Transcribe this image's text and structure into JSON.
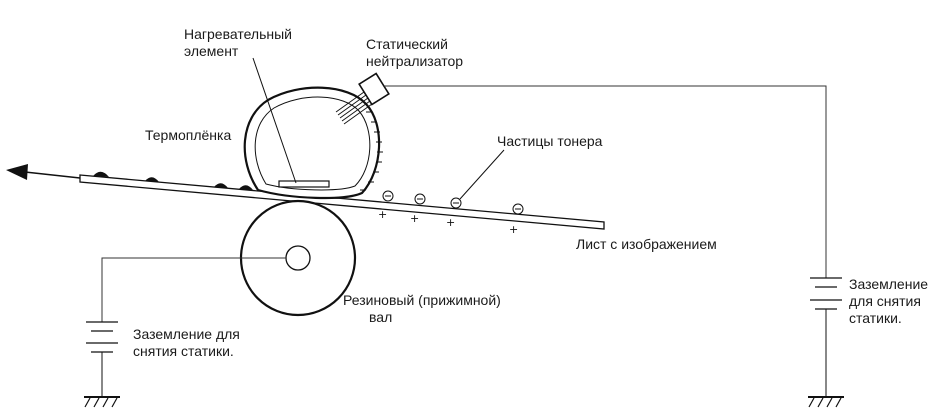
{
  "labels": {
    "heating_element": [
      "Нагревательный",
      "элемент"
    ],
    "static_neutralizer": [
      "Статический",
      "нейтрализатор"
    ],
    "fuser_film": "Термоплёнка",
    "toner_particles": "Частицы тонера",
    "image_sheet": "Лист с изображением",
    "pressure_roller": [
      "Резиновый (прижимной)",
      "вал"
    ],
    "ground_left": [
      "Заземление для",
      "снятия статики."
    ],
    "ground_right": [
      "Заземление",
      "для снятия",
      "статики."
    ]
  },
  "charges": {
    "plus": "+",
    "minus": "−"
  },
  "style": {
    "line_color": "#1a1a1a",
    "wire_color": "#333333"
  }
}
